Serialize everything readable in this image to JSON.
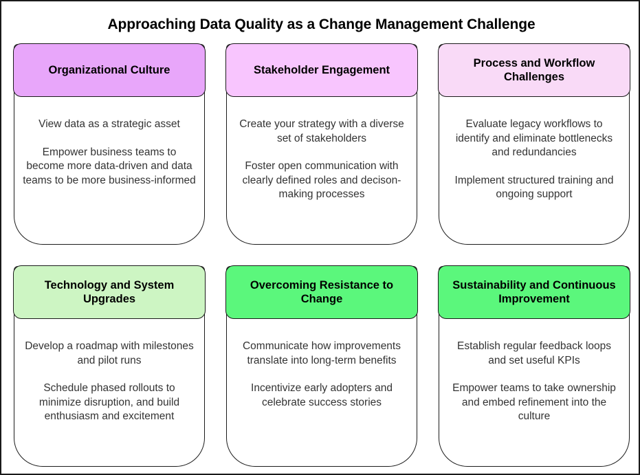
{
  "page": {
    "title": "Approaching Data Quality as a Change Management Challenge",
    "background_color": "#ffffff",
    "border_color": "#1a1a1a",
    "title_color": "#000000",
    "body_text_color": "#333333"
  },
  "cards": [
    {
      "id": "organizational-culture",
      "header": "Organizational Culture",
      "header_color": "#e8a6fa",
      "paragraphs": [
        "View data as a strategic asset",
        "Empower business teams to become more data-driven and data teams to be more business-informed"
      ]
    },
    {
      "id": "stakeholder-engagement",
      "header": "Stakeholder Engagement",
      "header_color": "#f8c5fe",
      "paragraphs": [
        "Create your strategy with a diverse set of stakeholders",
        "Foster open communication with clearly defined roles and decison-making processes"
      ]
    },
    {
      "id": "process-and-workflow-challenges",
      "header": "Process and Workflow Challenges",
      "header_color": "#f9daf7",
      "paragraphs": [
        "Evaluate legacy workflows to identify and eliminate bottlenecks and redundancies",
        "Implement structured training and ongoing support"
      ]
    },
    {
      "id": "technology-and-system-upgrades",
      "header": "Technology and System Upgrades",
      "header_color": "#cdf5c3",
      "paragraphs": [
        "Develop a roadmap with milestones and pilot runs",
        "Schedule phased rollouts to minimize disruption, and build enthusiasm and excitement"
      ]
    },
    {
      "id": "overcoming-resistance-to-change",
      "header": "Overcoming Resistance to Change",
      "header_color": "#5bf77c",
      "paragraphs": [
        "Communicate how improvements translate into long-term benefits",
        "Incentivize early adopters and celebrate success stories"
      ]
    },
    {
      "id": "sustainability-and-continuous-improvement",
      "header": "Sustainability and Continuous Improvement",
      "header_color": "#5bf77c",
      "paragraphs": [
        "Establish regular feedback loops and set useful KPIs",
        "Empower teams to take ownership and embed refinement into the culture"
      ]
    }
  ]
}
